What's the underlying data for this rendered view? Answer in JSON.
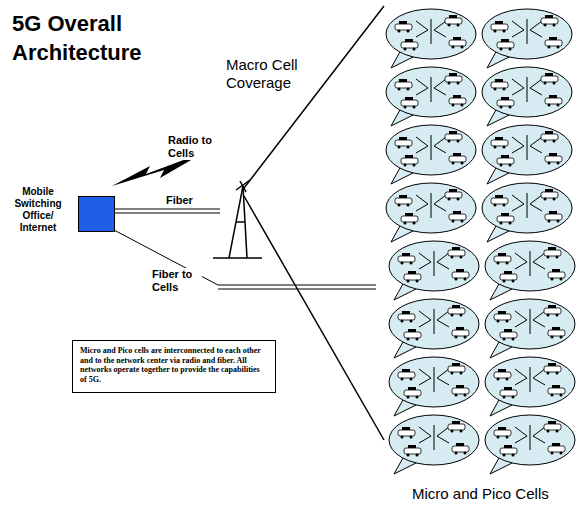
{
  "diagram": {
    "title": "5G Overall Architecture",
    "nodes": [
      {
        "text": [
          "Mobile Switching Office/ Internet"
        ]
      },
      {
        "text": [
          "Micro and Pico cells are interconnected to each other and to the network center via radio and fiber. All networks operate together to provide the capabilities of 5G."
        ]
      }
    ],
    "labels": [
      "Macro Cell Coverage",
      "Radio to Cells",
      "Fiber",
      "Fiber to Cells",
      "Micro and Pico Cells"
    ]
  }
}
